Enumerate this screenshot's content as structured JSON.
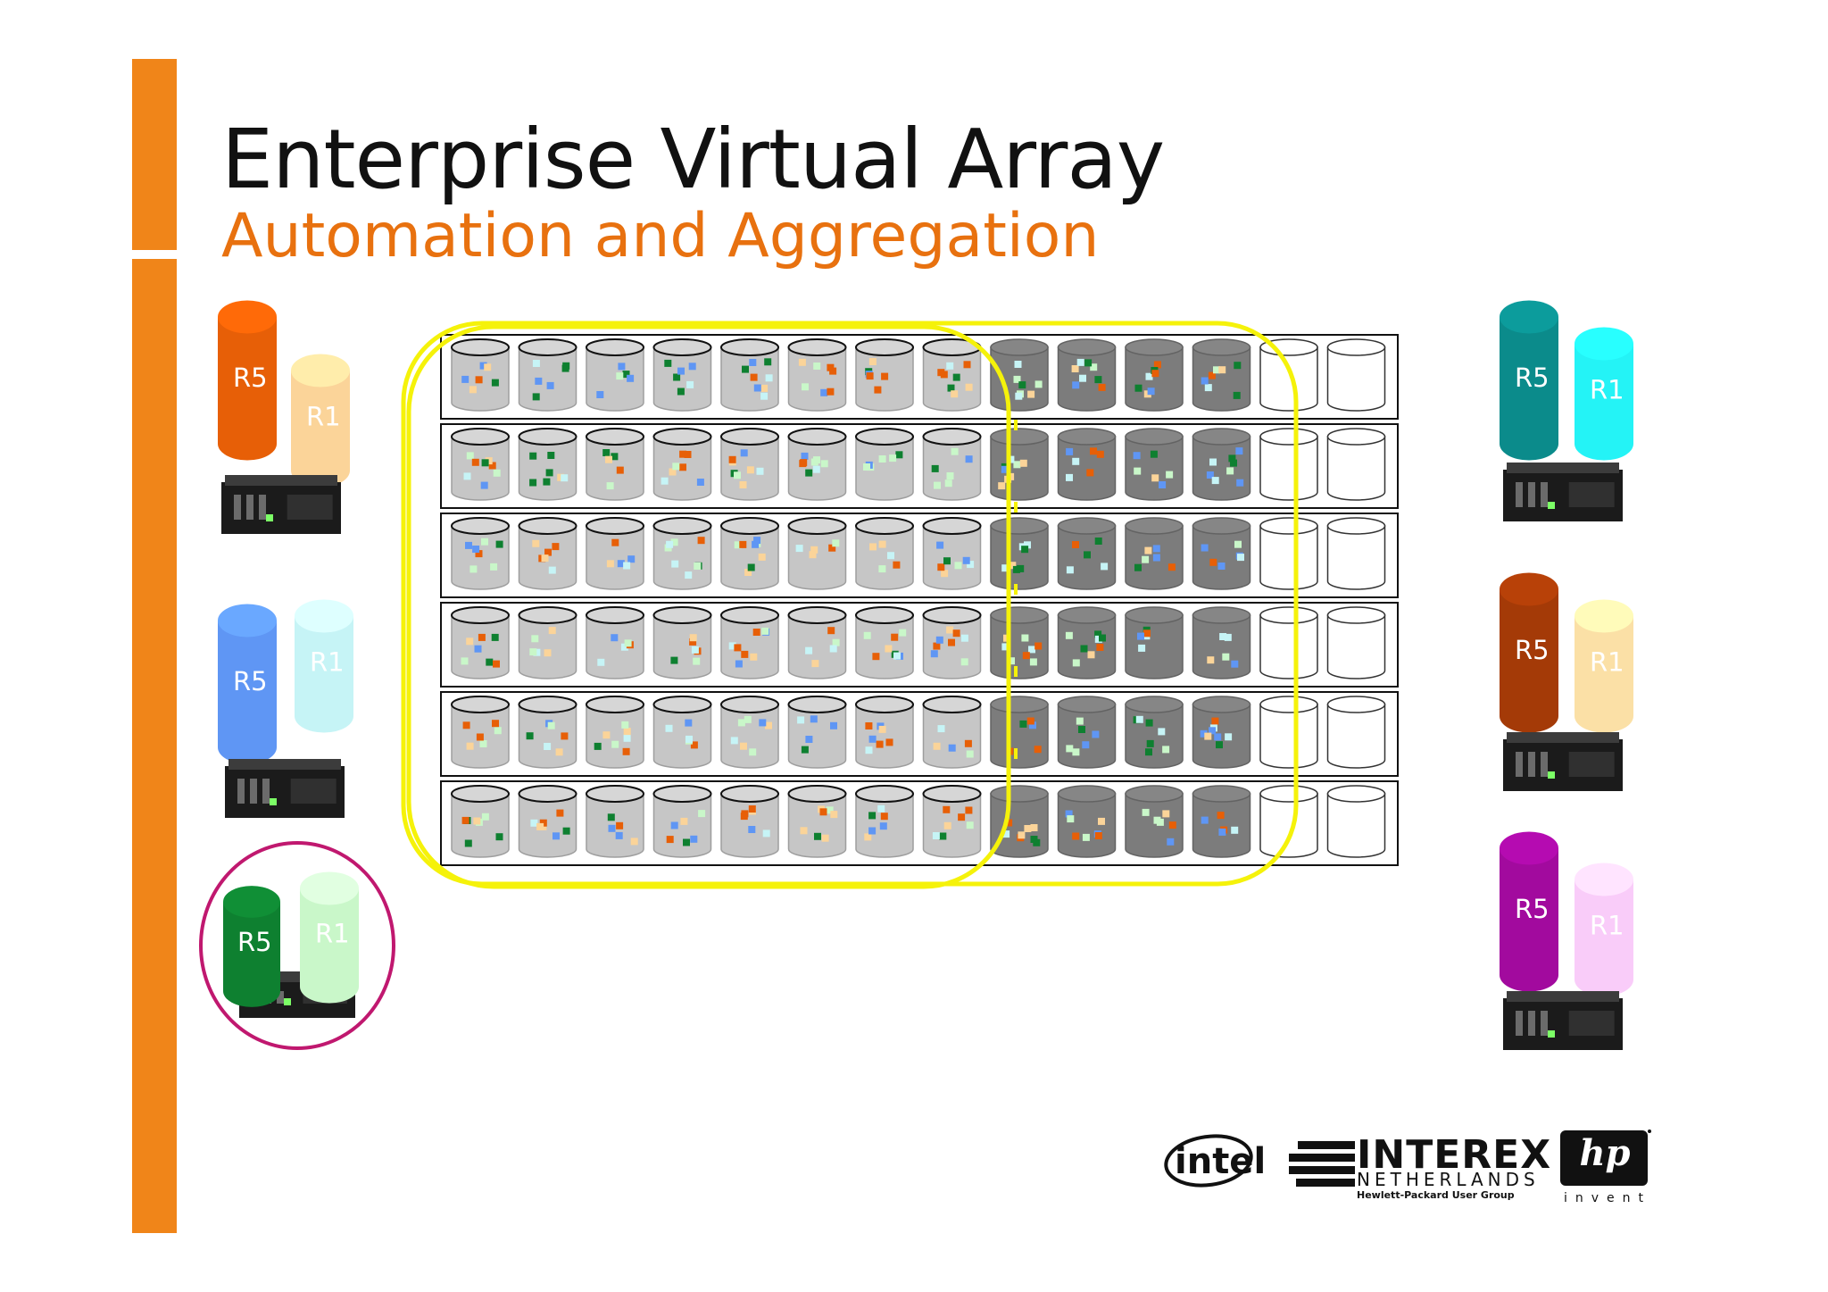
{
  "slide": {
    "title": "Enterprise Virtual Array",
    "subtitle": "Automation and Aggregation"
  },
  "colors": {
    "accent_bar": "#f08519",
    "subtitle": "#e8710f",
    "highlight_loop": "#f5f20a",
    "selection_circle": "#c0186f",
    "disk_light": "#c6c6c6",
    "disk_dark": "#7c7c7c"
  },
  "volume_groups": [
    {
      "side": "left",
      "r5_label": "R5",
      "r1_label": "R1",
      "r5_color": "#e75f07",
      "r1_color": "#fbd499"
    },
    {
      "side": "left",
      "r5_label": "R5",
      "r1_label": "R1",
      "r5_color": "#5f96f4",
      "r1_color": "#c6f4f6"
    },
    {
      "side": "left",
      "r5_label": "R5",
      "r1_label": "R1",
      "r5_color": "#0e8030",
      "r1_color": "#c9f7c9",
      "selected": true
    },
    {
      "side": "right",
      "r5_label": "R5",
      "r1_label": "R1",
      "r5_color": "#0b8b8b",
      "r1_color": "#24f3f6"
    },
    {
      "side": "right",
      "r5_label": "R5",
      "r1_label": "R1",
      "r5_color": "#a43a07",
      "r1_color": "#fbe0a6"
    },
    {
      "side": "right",
      "r5_label": "R5",
      "r1_label": "R1",
      "r5_color": "#a20a9e",
      "r1_color": "#f9ccf9"
    }
  ],
  "disk_array": {
    "rows": 6,
    "columns": 14,
    "light_disk_columns": 8,
    "dark_disk_columns": 4,
    "empty_disk_columns": 2,
    "block_colors": [
      "#e75f07",
      "#5f96f4",
      "#0e8030",
      "#fbd499",
      "#c9f7c9",
      "#c6f4f6"
    ]
  },
  "logos": {
    "intel_text": "intel",
    "interex_text": "INTEREX",
    "interex_sub": "NETHERLANDS",
    "interex_tagline": "Hewlett-Packard User Group",
    "hp_text": "hp",
    "hp_tagline": "invent"
  }
}
